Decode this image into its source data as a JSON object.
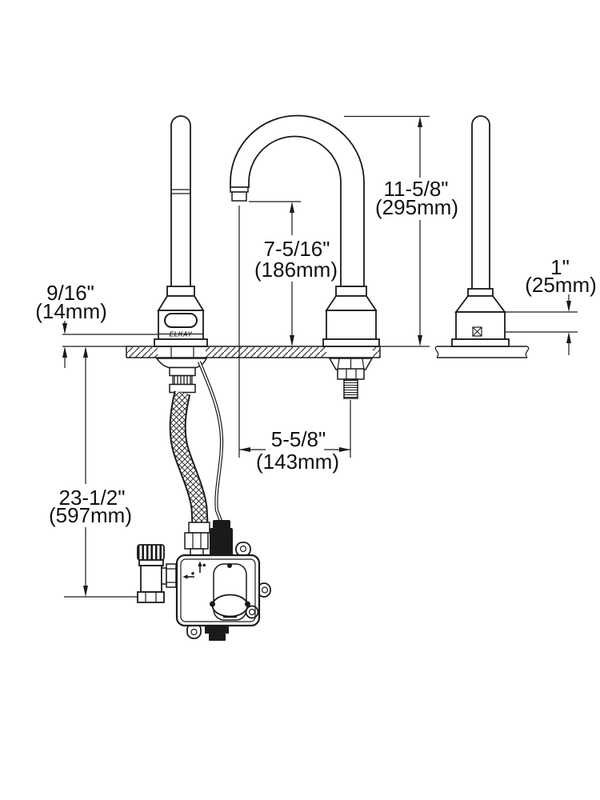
{
  "brand": "ELKAY",
  "dimensions": {
    "overall_height": {
      "inches": "11-5/8\"",
      "metric": "(295mm)"
    },
    "outlet_height": {
      "inches": "7-5/16\"",
      "metric": "(186mm)"
    },
    "sensor_height": {
      "inches": "1\"",
      "metric": "(25mm)"
    },
    "deck_trim": {
      "inches": "9/16\"",
      "metric": "(14mm)"
    },
    "spout_offset": {
      "inches": "5-5/8\"",
      "metric": "(143mm)"
    },
    "supply_drop": {
      "inches": "23-1/2\"",
      "metric": "(597mm)"
    }
  }
}
